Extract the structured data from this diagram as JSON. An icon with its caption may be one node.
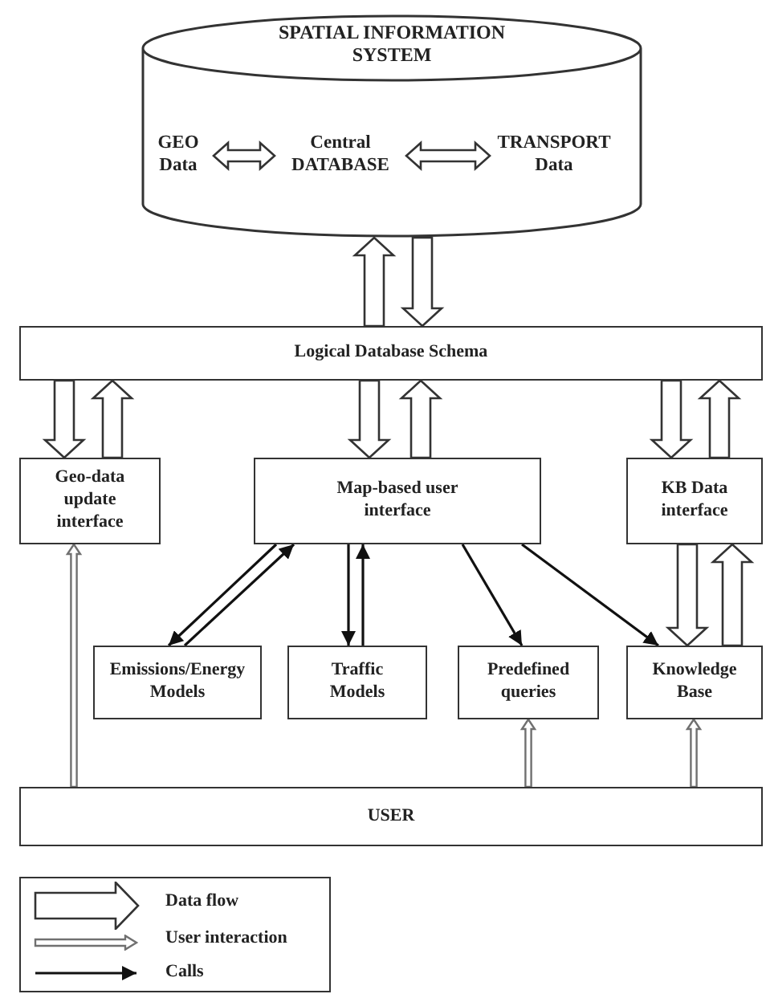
{
  "diagram": {
    "nodes": [
      {
        "text": [
          "SPATIAL INFORMATION SYSTEM"
        ]
      },
      {
        "text": [
          "GEO Data"
        ],
        "in": 0
      },
      {
        "text": [
          "Central DATABASE"
        ],
        "in": 0
      },
      {
        "text": [
          "TRANSPORT Data"
        ],
        "in": 0
      },
      {
        "text": [
          "Logical Database Schema"
        ]
      },
      {
        "text": [
          "Geo-data update interface"
        ]
      },
      {
        "text": [
          "Map-based user interface"
        ]
      },
      {
        "text": [
          "KB Data interface"
        ]
      },
      {
        "text": [
          "Emissions/Energy Models"
        ]
      },
      {
        "text": [
          "Traffic Models"
        ]
      },
      {
        "text": [
          "Predefined queries"
        ]
      },
      {
        "text": [
          "Knowledge Base"
        ]
      },
      {
        "text": [
          "USER"
        ]
      }
    ],
    "edges": [
      {
        "from": 1,
        "to": 2,
        "arrow": "both",
        "style": "thick"
      },
      {
        "from": 2,
        "to": 3,
        "arrow": "both",
        "style": "thick"
      },
      {
        "from": 4,
        "to": 0,
        "arrow": "to",
        "style": "thick"
      },
      {
        "from": 0,
        "to": 4,
        "arrow": "to",
        "style": "thick"
      },
      {
        "from": 4,
        "to": 5,
        "arrow": "to",
        "style": "thick"
      },
      {
        "from": 5,
        "to": 4,
        "arrow": "to",
        "style": "thick"
      },
      {
        "from": 4,
        "to": 6,
        "arrow": "to",
        "style": "thick"
      },
      {
        "from": 6,
        "to": 4,
        "arrow": "to",
        "style": "thick"
      },
      {
        "from": 4,
        "to": 7,
        "arrow": "to",
        "style": "thick"
      },
      {
        "from": 7,
        "to": 4,
        "arrow": "to",
        "style": "thick"
      },
      {
        "from": 7,
        "to": 11,
        "arrow": "to",
        "style": "thick"
      },
      {
        "from": 11,
        "to": 7,
        "arrow": "to",
        "style": "thick"
      },
      {
        "from": 6,
        "to": 8,
        "arrow": "to"
      },
      {
        "from": 8,
        "to": 6,
        "arrow": "to"
      },
      {
        "from": 6,
        "to": 9,
        "arrow": "to"
      },
      {
        "from": 9,
        "to": 6,
        "arrow": "to"
      },
      {
        "from": 6,
        "to": 10,
        "arrow": "to"
      },
      {
        "from": 6,
        "to": 11,
        "arrow": "to"
      },
      {
        "from": 12,
        "to": 5,
        "arrow": "to",
        "color": "#707070"
      },
      {
        "from": 12,
        "to": 10,
        "arrow": "to",
        "color": "#707070"
      },
      {
        "from": 12,
        "to": 11,
        "arrow": "to",
        "color": "#707070"
      }
    ],
    "legend": [
      {
        "text": "Data flow"
      },
      {
        "text": "User interaction"
      },
      {
        "text": "Calls"
      }
    ]
  }
}
